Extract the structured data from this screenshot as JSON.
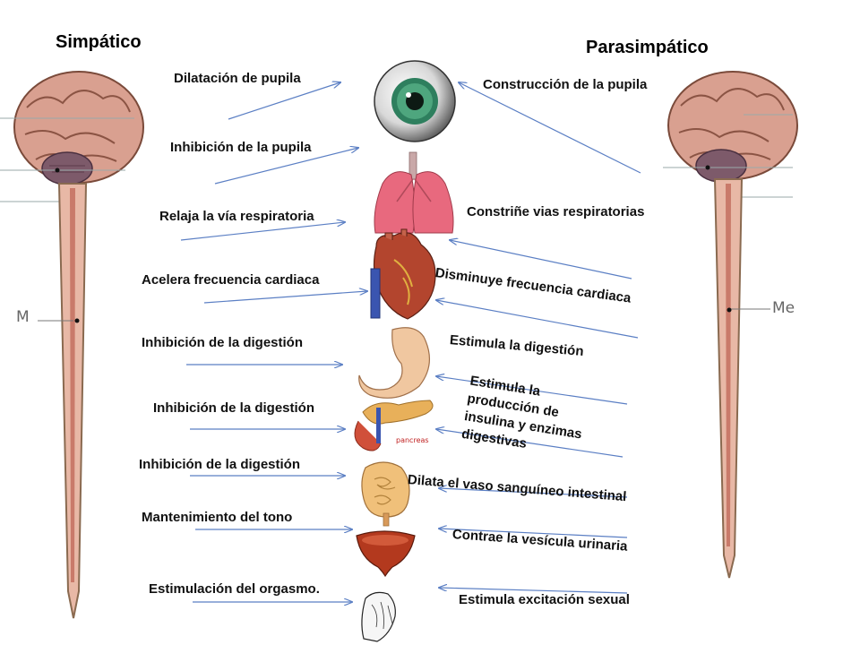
{
  "titles": {
    "left": "Simpático",
    "right": "Parasimpático"
  },
  "side_marks": {
    "left": "M",
    "right": "Me"
  },
  "left_labels": [
    "Dilatación de pupila",
    "Inhibición de la pupila",
    "Relaja la vía respiratoria",
    "Acelera frecuencia cardiaca",
    "Inhibición de la digestión",
    "Inhibición de la digestión",
    "Inhibición de la digestión",
    "Mantenimiento del tono",
    "Estimulación del orgasmo."
  ],
  "right_labels": [
    "Construcción de la pupila",
    "Constriñe vias respiratorias",
    "Disminuye frecuencia cardiaca",
    "Estimula la digestión",
    "Estimula la producción de insulina y enzimas digestivas",
    "Dilata el  vaso sanguíneo intestinal",
    "Contrae la vesícula urinaria",
    "Estimula excitación sexual"
  ],
  "right_label_lines": [
    "Estimula la",
    "producción de",
    "insulina y enzimas",
    "digestivas"
  ],
  "organ_caption": "pancreas",
  "colors": {
    "arrow": "#5b7fc4",
    "brain": "#d9a090",
    "spinal_cord": "#e8b8a6"
  }
}
